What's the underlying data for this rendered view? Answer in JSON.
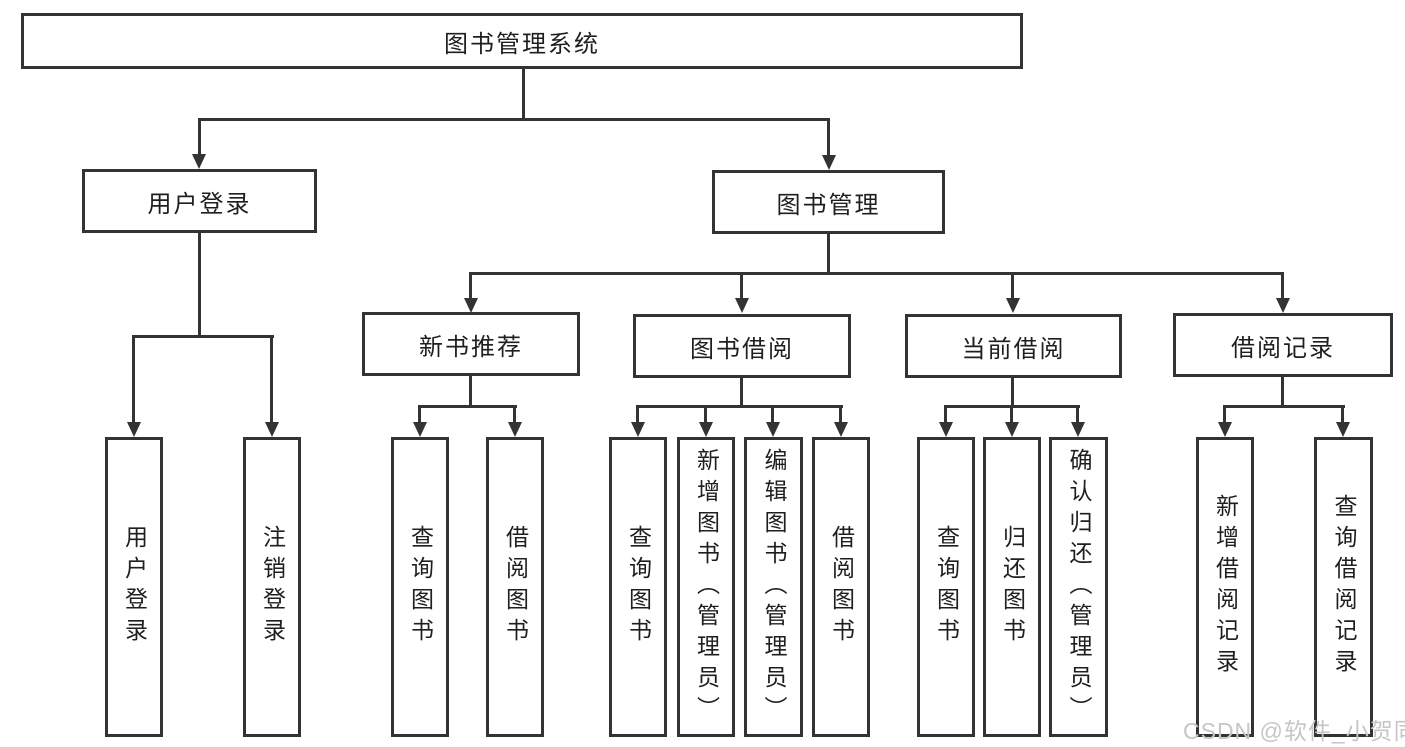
{
  "tree": {
    "root": {
      "label": "图书管理系统"
    },
    "branches": [
      {
        "label": "用户登录",
        "children": [
          "用户登录",
          "注销登录"
        ]
      },
      {
        "label": "图书管理",
        "sections": [
          {
            "label": "新书推荐",
            "children": [
              "查询图书",
              "借阅图书"
            ]
          },
          {
            "label": "图书借阅",
            "children": [
              "查询图书",
              "新增图书（管理员）",
              "编辑图书（管理员）",
              "借阅图书"
            ]
          },
          {
            "label": "当前借阅",
            "children": [
              "查询图书",
              "归还图书",
              "确认归还（管理员）"
            ]
          },
          {
            "label": "借阅记录",
            "children": [
              "新增借阅记录",
              "查询借阅记录"
            ]
          }
        ]
      }
    ]
  },
  "watermark": {
    "text": "CSDN @软件_小贺同学"
  },
  "colors": {
    "line": "#333333",
    "text": "#1f1f1f",
    "watermark": "#c6c6c6",
    "background": "#ffffff"
  }
}
